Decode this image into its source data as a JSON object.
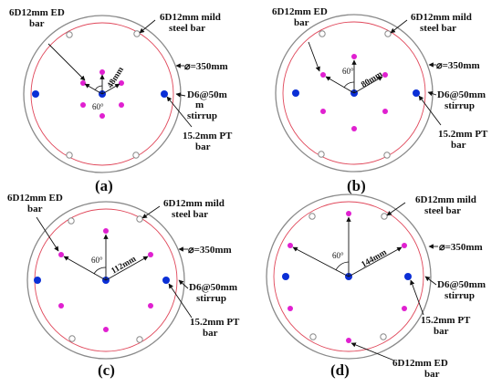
{
  "colors": {
    "outer_ring": "#8a8a8a",
    "stirrup": "#e0475a",
    "ed_bar": "#e020d0",
    "pt_bar": "#0b2fd6",
    "mild_bar_stroke": "#8a8a8a",
    "arrow": "#111111"
  },
  "panels": [
    {
      "caption": "(a)",
      "labels": {
        "ed": [
          "6D12mm ED",
          "bar"
        ],
        "mild": [
          "6D12mm mild",
          "steel bar"
        ],
        "dia": "⌀=350mm",
        "stirrup": [
          "D6@50m",
          "m",
          "stirrup"
        ],
        "pt": [
          "15.2mm PT",
          "bar"
        ]
      },
      "dimension": "48mm",
      "angle": "60°"
    },
    {
      "caption": "(b)",
      "labels": {
        "ed": [
          "6D12mm ED",
          "bar"
        ],
        "mild": [
          "6D12mm mild",
          "steel bar"
        ],
        "dia": "⌀=350mm",
        "stirrup": [
          "D6@50mm",
          "stirrup"
        ],
        "pt": [
          "15.2mm PT",
          "bar"
        ]
      },
      "dimension": "80mm",
      "angle": "60°"
    },
    {
      "caption": "(c)",
      "labels": {
        "ed": [
          "6D12mm ED",
          "bar"
        ],
        "mild": [
          "6D12mm mild",
          "steel bar"
        ],
        "dia": "⌀=350mm",
        "stirrup": [
          "D6@50mm",
          "stirrup"
        ],
        "pt": [
          "15.2mm PT",
          "bar"
        ]
      },
      "dimension": "112mm",
      "angle": "60°"
    },
    {
      "caption": "(d)",
      "labels": {
        "ed": [
          "6D12mm ED",
          "bar"
        ],
        "mild": [
          "6D12mm mild",
          "steel bar"
        ],
        "dia": "⌀=350mm",
        "stirrup": [
          "D6@50mm",
          "stirrup"
        ],
        "pt": [
          "15.2mm PT",
          "bar"
        ]
      },
      "dimension": "144mm",
      "angle": "60°"
    }
  ]
}
